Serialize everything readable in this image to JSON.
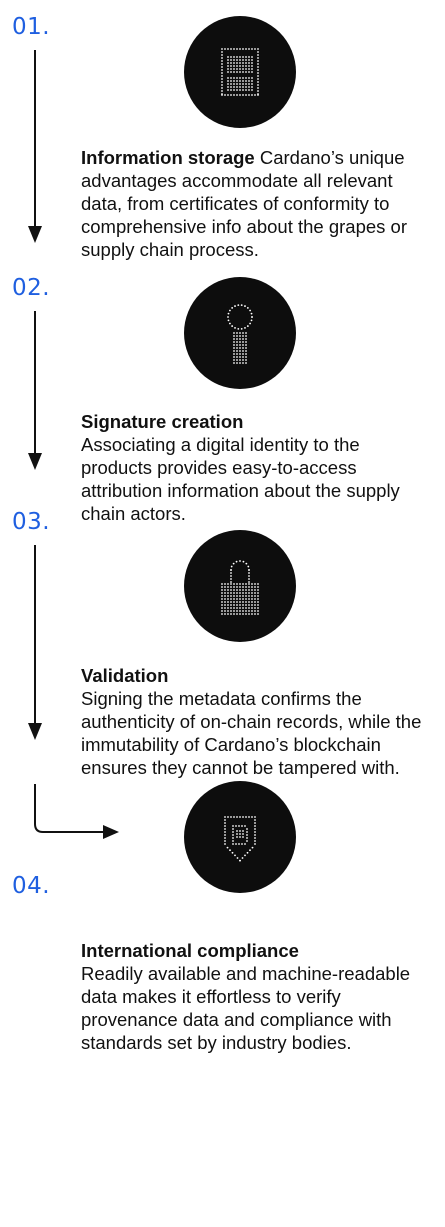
{
  "colors": {
    "accent": "#1f5fe0",
    "circle": "#0d0d0d",
    "dots": "#ffffff",
    "text": "#111111"
  },
  "steps": [
    {
      "number": "01.",
      "icon": "document-icon",
      "title": "Information storage",
      "body": "Cardano’s unique advantages accommodate all relevant data, from certificates of conformity to comprehensive info about the grapes or supply chain process."
    },
    {
      "number": "02.",
      "icon": "signature-key-icon",
      "title": "Signature creation",
      "body": "Associating a digital identity to the products provides easy-to-access attribution information about the supply chain actors."
    },
    {
      "number": "03.",
      "icon": "padlock-icon",
      "title": "Validation",
      "body": "Signing the metadata confirms the authenticity of on-chain records, while the immutability of Cardano’s blockchain ensures they cannot be tampered with."
    },
    {
      "number": "04.",
      "icon": "shield-badge-icon",
      "title": "International compliance",
      "body": "Readily available and machine-readable data makes it effortless to verify provenance data and compliance with standards set by industry bodies."
    }
  ]
}
